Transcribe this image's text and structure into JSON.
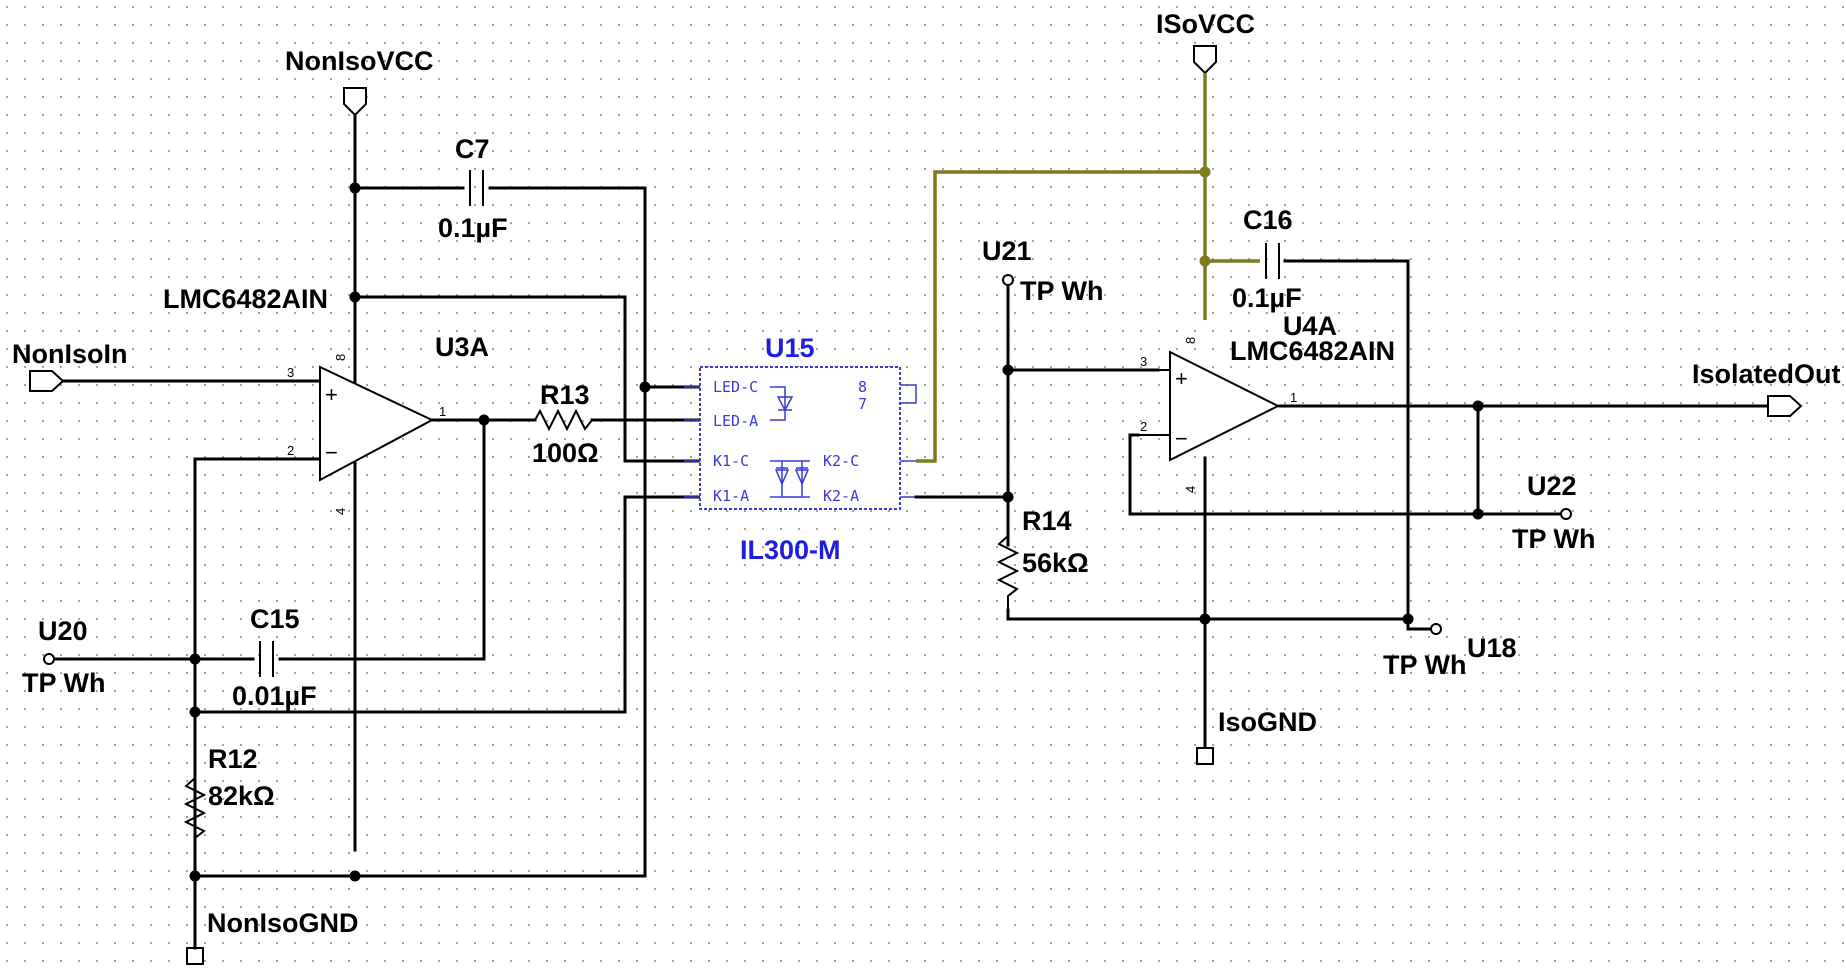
{
  "power": {
    "noniso_vcc": "NonIsoVCC",
    "iso_vcc": "ISoVCC",
    "noniso_gnd": "NonIsoGND",
    "iso_gnd": "IsoGND"
  },
  "ports": {
    "input": "NonIsoIn",
    "output": "IsolatedOut"
  },
  "opamp_u3a": {
    "ref": "U3A",
    "part": "LMC6482AIN",
    "pin_plus": "3",
    "pin_minus": "2",
    "pin_out": "1",
    "pin_vcc": "8",
    "pin_gnd": "4",
    "plus_sign": "+",
    "minus_sign": "−"
  },
  "opamp_u4a": {
    "ref": "U4A",
    "part": "LMC6482AIN",
    "pin_plus": "3",
    "pin_minus": "2",
    "pin_out": "1",
    "pin_vcc": "8",
    "pin_gnd": "4",
    "plus_sign": "+",
    "minus_sign": "−"
  },
  "components": {
    "c7": {
      "ref": "C7",
      "value": "0.1µF"
    },
    "c15": {
      "ref": "C15",
      "value": "0.01µF"
    },
    "c16": {
      "ref": "C16",
      "value": "0.1µF"
    },
    "r12": {
      "ref": "R12",
      "value": "82kΩ"
    },
    "r13": {
      "ref": "R13",
      "value": "100Ω"
    },
    "r14": {
      "ref": "R14",
      "value": "56kΩ"
    }
  },
  "optocoupler": {
    "ref": "U15",
    "part": "IL300-M",
    "pins": {
      "led_c": "LED-C",
      "led_a": "LED-A",
      "k1_c": "K1-C",
      "k1_a": "K1-A",
      "k2_c": "K2-C",
      "k2_a": "K2-A",
      "p8": "8",
      "p7": "7"
    }
  },
  "test_points": {
    "u20": {
      "ref": "U20",
      "label": "TP Wh"
    },
    "u21": {
      "ref": "U21",
      "label": "TP Wh"
    },
    "u22": {
      "ref": "U22",
      "label": "TP Wh"
    },
    "u18": {
      "ref": "U18",
      "label": "TP Wh"
    }
  },
  "colors": {
    "wire": "#000000",
    "iso_vcc_net": "#7d7b1e",
    "optocoupler": "#3a3ad6",
    "grid_dot": "#9a9a9a",
    "background": "#ffffff"
  }
}
